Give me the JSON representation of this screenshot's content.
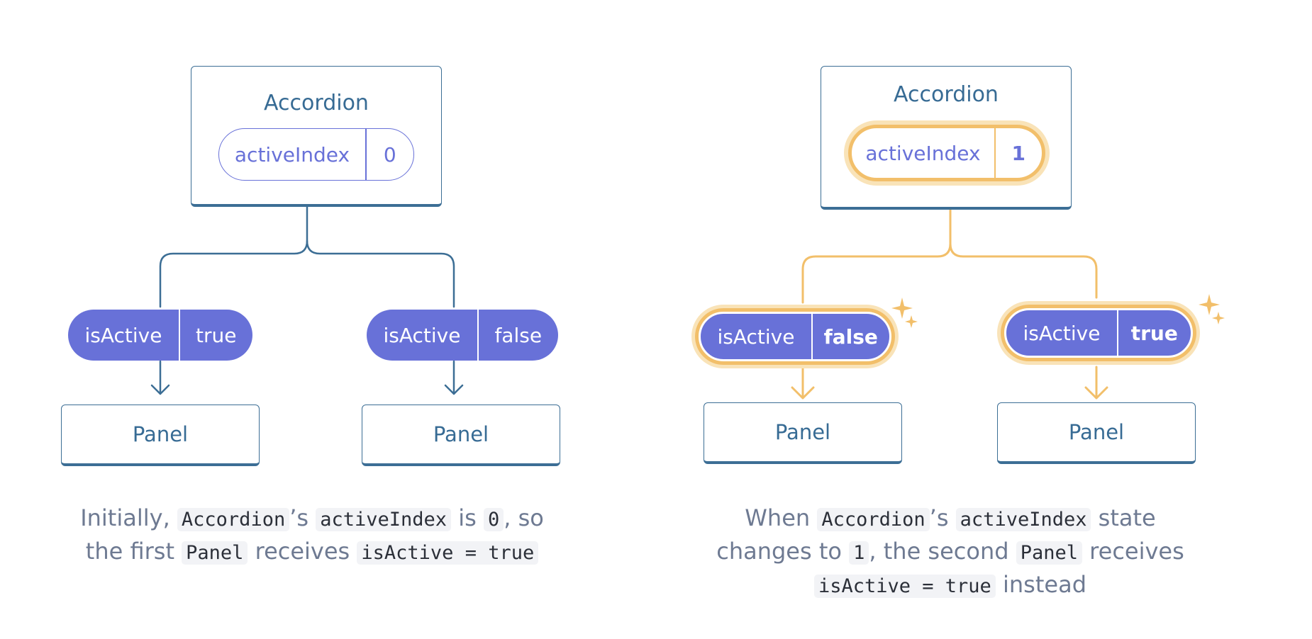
{
  "left": {
    "parent": {
      "title": "Accordion",
      "state_name": "activeIndex",
      "state_value": "0"
    },
    "children": [
      {
        "prop_name": "isActive",
        "prop_value": "true",
        "label": "Panel"
      },
      {
        "prop_name": "isActive",
        "prop_value": "false",
        "label": "Panel"
      }
    ],
    "caption": {
      "p1": "Initially,",
      "c1": "Accordion",
      "p2": "’s",
      "c2": "activeIndex",
      "p3": "is",
      "c3": "0",
      "p4": ", so the first",
      "c4": "Panel",
      "p5": "receives",
      "c5": "isActive = true"
    }
  },
  "right": {
    "parent": {
      "title": "Accordion",
      "state_name": "activeIndex",
      "state_value": "1"
    },
    "children": [
      {
        "prop_name": "isActive",
        "prop_value": "false",
        "label": "Panel"
      },
      {
        "prop_name": "isActive",
        "prop_value": "true",
        "label": "Panel"
      }
    ],
    "caption": {
      "p1": "When",
      "c1": "Accordion",
      "p2": "’s",
      "c2": "activeIndex",
      "p3": "state changes to",
      "c3": "1",
      "p4": ", the second",
      "c4": "Panel",
      "p5": "receives",
      "c5": "isActive = true",
      "p6": "instead"
    }
  },
  "colors": {
    "tree_line": "#3c6e95",
    "highlight": "#f2bf6a",
    "highlight_glow": "#f9e3b8",
    "prop_fill": "#6871d8",
    "caption_text": "#6e7a92"
  }
}
